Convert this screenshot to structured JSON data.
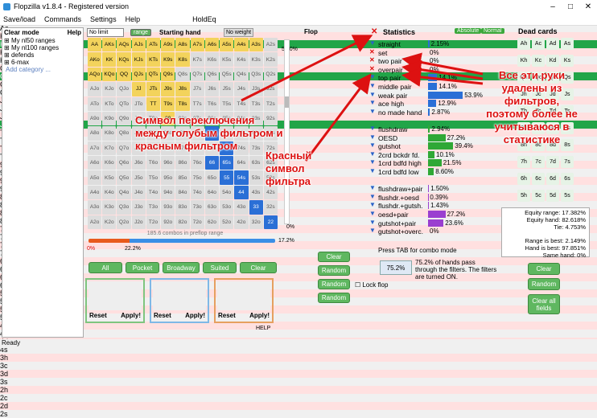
{
  "title": "Flopzilla v1.8.4 - Registered version",
  "menu": [
    "Save/load",
    "Commands",
    "Settings",
    "Help",
    "HoldEq"
  ],
  "left": {
    "clear": "Clear mode",
    "help": "Help",
    "items": [
      "My nl50 ranges",
      "My nl100 ranges",
      "defends",
      "6-max"
    ],
    "add": "Add category ..."
  },
  "toolbar": {
    "nolimit": "No limit",
    "range": "range",
    "starting": "Starting hand",
    "noweight": "No weight"
  },
  "grid": [
    [
      "AA",
      "AKs",
      "AQs",
      "AJs",
      "ATs",
      "A9s",
      "A8s",
      "A7s",
      "A6s",
      "A5s",
      "A4s",
      "A3s",
      "A2s"
    ],
    [
      "AKo",
      "KK",
      "KQs",
      "KJs",
      "KTs",
      "K9s",
      "K8s",
      "K7s",
      "K6s",
      "K5s",
      "K4s",
      "K3s",
      "K2s"
    ],
    [
      "AQo",
      "KQo",
      "QQ",
      "QJs",
      "QTs",
      "Q9s",
      "Q8s",
      "Q7s",
      "Q6s",
      "Q5s",
      "Q4s",
      "Q3s",
      "Q2s"
    ],
    [
      "AJo",
      "KJo",
      "QJo",
      "JJ",
      "JTs",
      "J9s",
      "J8s",
      "J7s",
      "J6s",
      "J5s",
      "J4s",
      "J3s",
      "J2s"
    ],
    [
      "ATo",
      "KTo",
      "QTo",
      "JTo",
      "TT",
      "T9s",
      "T8s",
      "T7s",
      "T6s",
      "T5s",
      "T4s",
      "T3s",
      "T2s"
    ],
    [
      "A9o",
      "K9o",
      "Q9o",
      "J9o",
      "T9o",
      "99",
      "98s",
      "97s",
      "96s",
      "95s",
      "94s",
      "93s",
      "92s"
    ],
    [
      "A8o",
      "K8o",
      "Q8o",
      "J8o",
      "T8o",
      "98o",
      "88",
      "87s",
      "86s",
      "85s",
      "84s",
      "83s",
      "82s"
    ],
    [
      "A7o",
      "K7o",
      "Q7o",
      "J7o",
      "T7o",
      "97o",
      "87o",
      "77",
      "76s",
      "75s",
      "74s",
      "73s",
      "72s"
    ],
    [
      "A6o",
      "K6o",
      "Q6o",
      "J6o",
      "T6o",
      "96o",
      "86o",
      "76o",
      "66",
      "65s",
      "64s",
      "63s",
      "62s"
    ],
    [
      "A5o",
      "K5o",
      "Q5o",
      "J5o",
      "T5o",
      "95o",
      "85o",
      "75o",
      "65o",
      "55",
      "54s",
      "53s",
      "52s"
    ],
    [
      "A4o",
      "K4o",
      "Q4o",
      "J4o",
      "T4o",
      "94o",
      "84o",
      "74o",
      "64o",
      "54o",
      "44",
      "43s",
      "42s"
    ],
    [
      "A3o",
      "K3o",
      "Q3o",
      "J3o",
      "T3o",
      "93o",
      "83o",
      "73o",
      "63o",
      "53o",
      "43o",
      "33",
      "32s"
    ],
    [
      "A2o",
      "K2o",
      "Q2o",
      "J2o",
      "T2o",
      "92o",
      "82o",
      "72o",
      "62o",
      "52o",
      "42o",
      "32o",
      "22"
    ]
  ],
  "slider": {
    "p55": "55.0%",
    "p0": "0%",
    "combos": "185.6 combos in preflop range",
    "low": "0%",
    "mid": "22.2%",
    "high": "17.2%"
  },
  "buttons": {
    "all": "All",
    "pocket": "Pocket",
    "broadway": "Broadway",
    "suited": "Suited",
    "clear": "Clear",
    "reset": "Reset",
    "apply": "Apply!",
    "help": "HELP",
    "random": "Random",
    "lockflop": "Lock flop",
    "clearall": "Clear all fields"
  },
  "flop": {
    "title": "Flop",
    "ranks": [
      "A",
      "K",
      "Q",
      "J",
      "T",
      "9",
      "8",
      "7",
      "6",
      "5",
      "4",
      "3",
      "2"
    ],
    "suits": [
      "h",
      "c",
      "d",
      "s"
    ]
  },
  "stats": {
    "title": "Statistics",
    "absolute": "Absolute",
    "normal": "Normal",
    "rows": [
      {
        "label": "straight",
        "val": "2.15%",
        "w": 0.02
      },
      {
        "label": "set",
        "val": "0%",
        "w": 0
      },
      {
        "label": "two pair",
        "val": "0%",
        "w": 0
      },
      {
        "label": "overpair",
        "val": "0%",
        "w": 0
      },
      {
        "label": "top pair",
        "val": "14.1%",
        "w": 0.14
      },
      {
        "label": "middle pair",
        "val": "14.1%",
        "w": 0.14
      },
      {
        "label": "weak pair",
        "val": "53.9%",
        "w": 0.54
      },
      {
        "label": "ace high",
        "val": "12.9%",
        "w": 0.13
      },
      {
        "label": "no made hand",
        "val": "2.87%",
        "w": 0.03
      },
      {
        "label": "",
        "val": "",
        "w": 0
      },
      {
        "label": "flushdraw",
        "val": "2.94%",
        "w": 0.03
      },
      {
        "label": "OESD",
        "val": "27.2%",
        "w": 0.27
      },
      {
        "label": "gutshot",
        "val": "39.4%",
        "w": 0.39
      },
      {
        "label": "2crd bckdr fd.",
        "val": "10.1%",
        "w": 0.1
      },
      {
        "label": "1crd bdfd high",
        "val": "21.5%",
        "w": 0.21
      },
      {
        "label": "1crd bdfd low",
        "val": "8.60%",
        "w": 0.09
      },
      {
        "label": "",
        "val": "",
        "w": 0
      },
      {
        "label": "flushdraw+pair",
        "val": "1.50%",
        "w": 0.015
      },
      {
        "label": "flushdr.+oesd",
        "val": "0.39%",
        "w": 0.004
      },
      {
        "label": "flushdr.+gutsh.",
        "val": "1.43%",
        "w": 0.014
      },
      {
        "label": "oesd+pair",
        "val": "27.2%",
        "w": 0.27
      },
      {
        "label": "gutshot+pair",
        "val": "23.6%",
        "w": 0.24
      },
      {
        "label": "gutshot+overc.",
        "val": "0%",
        "w": 0
      }
    ],
    "tab": "Press TAB for combo mode",
    "badge": "75.2%",
    "note": "75.2% of hands pass through the filters. The filters are turned ON."
  },
  "dead": {
    "title": "Dead cards"
  },
  "equity": [
    "Equity range: 17.382%",
    "Equity hand: 82.618%",
    "Tie: 4.753%",
    "",
    "Range is best: 2.149%",
    "Hand is best: 97.851%",
    "Same hand: 0%"
  ],
  "annotations": {
    "a1": "Символ переключения между голубым фильтром и красным фильтром",
    "a2": "Красный символ фильтра",
    "a3": "Все эти руки удалены из фильтров, поэтому более не учитываюся в статистике"
  },
  "status": "Ready",
  "colors": {
    "green": "#5fb760",
    "yellow": "#f3d35c",
    "blue": "#2a6fd6",
    "red": "#d11111"
  }
}
